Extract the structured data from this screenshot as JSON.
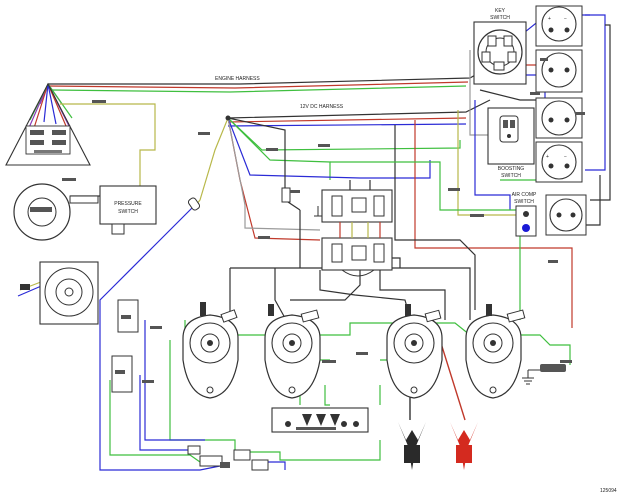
{
  "labels": {
    "engine_harness": "ENGINE HARNESS",
    "dc_harness": "12V DC HARNESS",
    "key_switch_line1": "KEY",
    "key_switch_line2": "SWITCH",
    "pressure_switch_line1": "PRESSURE",
    "pressure_switch_line2": "SWITCH",
    "boosting_switch_line1": "BOOSTING",
    "boosting_switch_line2": "SWITCH",
    "air_comp_switch_line1": "AIR COMP",
    "air_comp_switch_line2": "SWITCH",
    "drawing_number": "125094"
  },
  "meter_signs": {
    "plus": "+",
    "minus": "−"
  },
  "colors": {
    "black": "#1a1a1a",
    "red": "#c0392b",
    "green": "#3fbf3f",
    "blue": "#2b2bd6",
    "yellow": "#b8b84a",
    "gray": "#9a9a9a",
    "purple": "#8a3ab9",
    "clamp_red": "#d42a1f",
    "clamp_black": "#2a2a2a"
  }
}
